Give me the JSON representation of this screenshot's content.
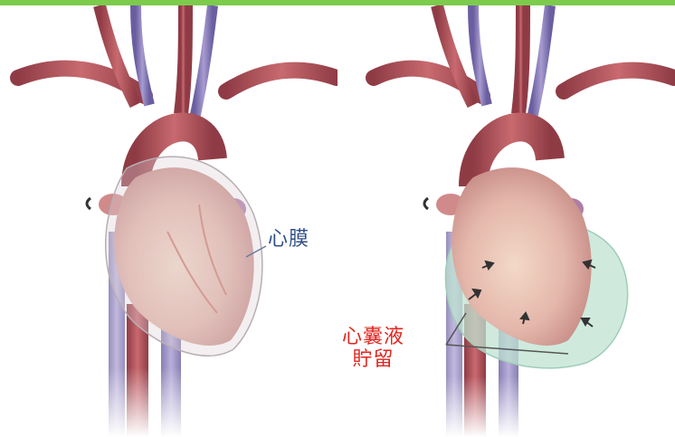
{
  "colors": {
    "top_bar": "#7ccb4c",
    "pericardium_label": "#2f4f86",
    "effusion_label": "#e0261f",
    "fluid": "#bfe3d2",
    "vessel_artery": "#b8525a",
    "vessel_vein": "#7b6fb0",
    "heart": "#e9c3bd"
  },
  "labels": {
    "pericardium": "心膜",
    "effusion_line1": "心囊液",
    "effusion_line2": "貯留"
  },
  "illustrations": {
    "left": "normal-heart-with-pericardium",
    "right": "heart-with-pericardial-effusion"
  }
}
